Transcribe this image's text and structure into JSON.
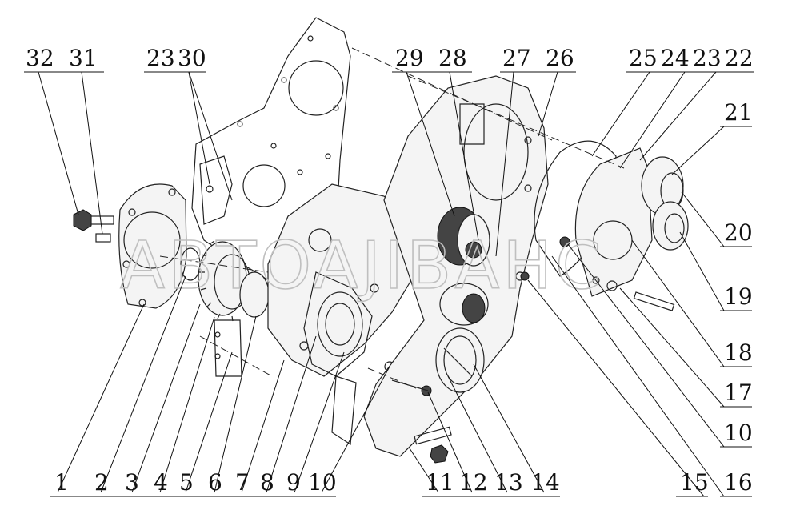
{
  "watermark": "ABTOAJIBAHC",
  "callouts": {
    "top": [
      "32",
      "31",
      "23",
      "30",
      "29",
      "28",
      "27",
      "26",
      "25",
      "24",
      "23",
      "22"
    ],
    "right": [
      "21",
      "20",
      "19",
      "18",
      "17",
      "10",
      "16",
      "15"
    ],
    "bottom": [
      "1",
      "2",
      "3",
      "4",
      "5",
      "6",
      "7",
      "8",
      "9",
      "10",
      "11",
      "12",
      "13",
      "14"
    ]
  }
}
